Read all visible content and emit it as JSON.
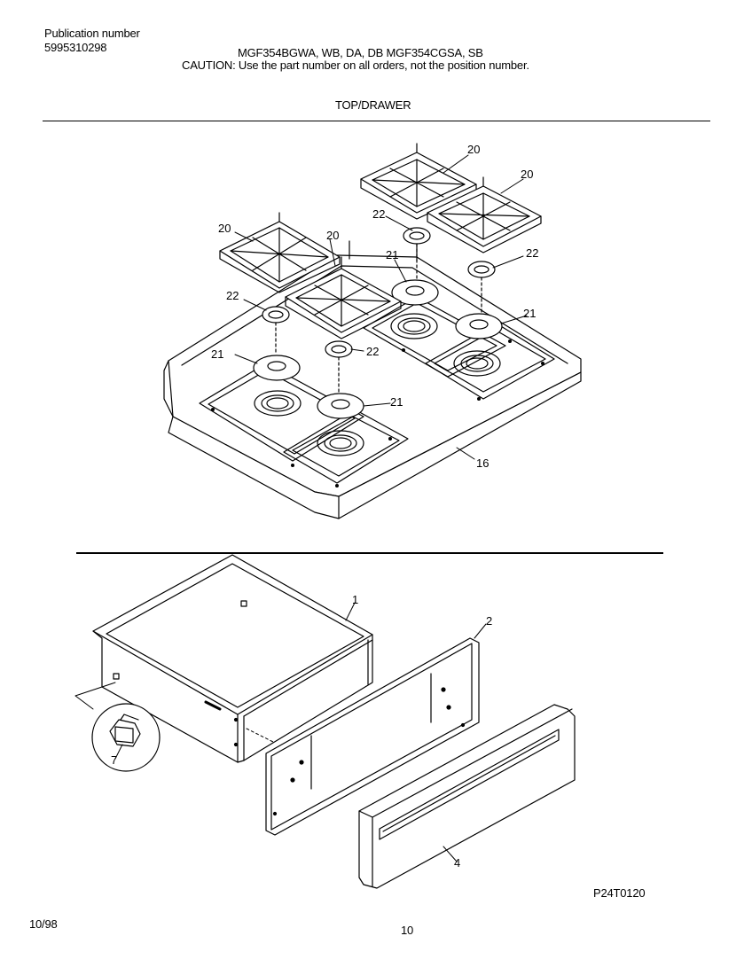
{
  "header": {
    "publication_label": "Publication number",
    "publication_number": "5995310298",
    "models": "MGF354BGWA, WB, DA, DB   MGF354CGSA, SB",
    "caution": "CAUTION:  Use the part number on all orders, not the position number.",
    "section_title": "TOP/DRAWER"
  },
  "callouts": {
    "grate_a": "20",
    "grate_b": "20",
    "grate_c": "20",
    "grate_d": "20",
    "cap_a": "22",
    "cap_b": "22",
    "cap_c": "22",
    "cap_d": "22",
    "head_a": "21",
    "head_b": "21",
    "head_c": "21",
    "head_d": "21",
    "cooktop": "16",
    "drawer_body": "1",
    "drawer_panel": "2",
    "drawer_front": "4",
    "glide": "7"
  },
  "footer": {
    "figure_id": "P24T0120",
    "date": "10/98",
    "page_number": "10"
  }
}
